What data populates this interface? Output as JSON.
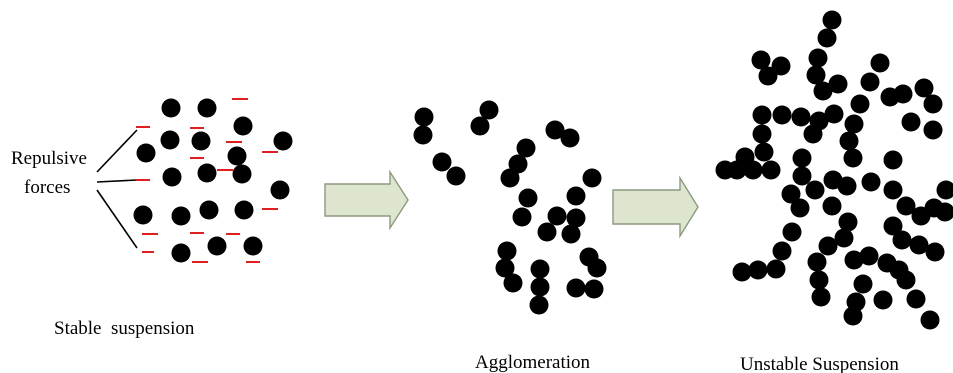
{
  "labels": {
    "repulsive_line1": "Repulsive",
    "repulsive_line2": "forces",
    "stable": "Stable  suspension",
    "agglomeration": "Agglomeration",
    "unstable": "Unstable Suspension"
  },
  "colors": {
    "particle": "#000000",
    "charge_mark": "#e02020",
    "arrow_fill": "#dde5cf",
    "arrow_stroke": "#8a9a80",
    "leader_line": "#000000"
  }
}
